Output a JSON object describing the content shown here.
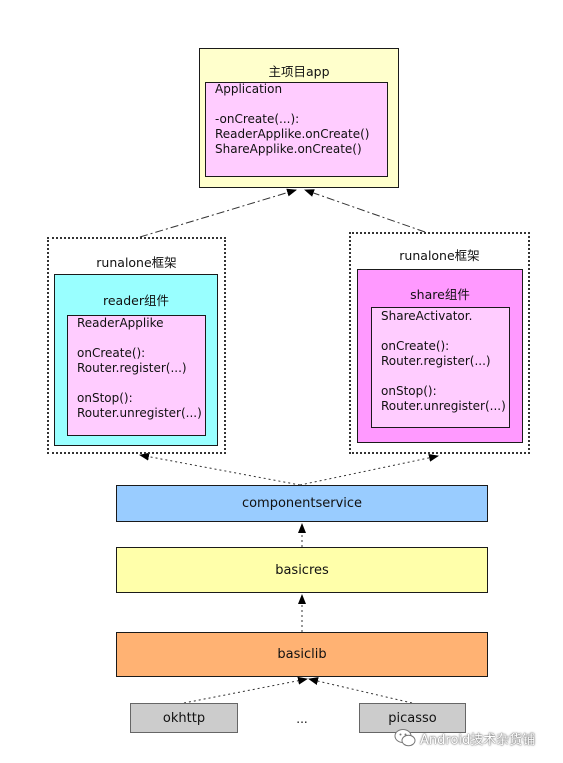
{
  "app": {
    "title": "主项目app",
    "inner_text": "Application\n\n-onCreate(...):\nReaderApplike.onCreate()\nShareApplike.onCreate()"
  },
  "left": {
    "frame_label": "runalone框架",
    "component_title": "reader组件",
    "inner_text": "ReaderApplike\n\nonCreate():\nRouter.register(...)\n\nonStop():\nRouter.unregister(...)"
  },
  "right": {
    "frame_label": "runalone框架",
    "component_title": "share组件",
    "inner_text": "ShareActivator.\n\nonCreate():\nRouter.register(...)\n\nonStop():\nRouter.unregister(...)"
  },
  "layers": {
    "componentservice": "componentservice",
    "basicres": "basicres",
    "basiclib": "basiclib"
  },
  "libs": {
    "left": "okhttp",
    "middle": "...",
    "right": "picasso"
  },
  "watermark": "Android技术杂货铺",
  "colors": {
    "app_bg": "#ffffcc",
    "inner_bg": "#ffccff",
    "reader_bg": "#99ffff",
    "share_bg": "#ff99ff",
    "componentservice_bg": "#99ccff",
    "basicres_bg": "#ffffaa",
    "basiclib_bg": "#ffb273",
    "lib_bg": "#cccccc"
  }
}
